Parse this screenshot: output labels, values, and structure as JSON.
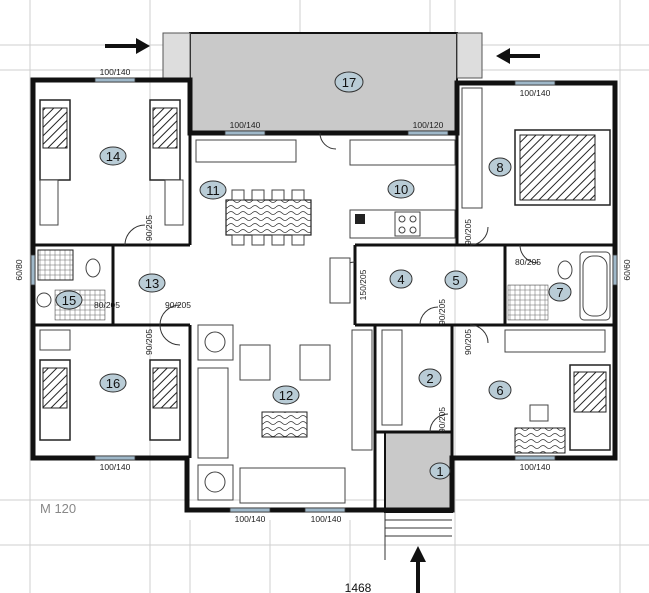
{
  "plan": {
    "label": "M 120",
    "bottom_number": "1468",
    "rooms": [
      {
        "num": "1"
      },
      {
        "num": "2"
      },
      {
        "num": "4"
      },
      {
        "num": "5"
      },
      {
        "num": "6"
      },
      {
        "num": "7"
      },
      {
        "num": "8"
      },
      {
        "num": "10"
      },
      {
        "num": "11"
      },
      {
        "num": "12"
      },
      {
        "num": "13"
      },
      {
        "num": "14"
      },
      {
        "num": "15"
      },
      {
        "num": "16"
      },
      {
        "num": "17"
      }
    ],
    "dimensions": {
      "w_top_left": "100/140",
      "w_terrace_left": "100/140",
      "w_terrace_right": "100/120",
      "w_top_right": "100/140",
      "w_bottom_left": "100/140",
      "w_bottom_mid_left": "100/140",
      "w_bottom_mid_right": "100/140",
      "w_bottom_right": "100/140",
      "w_left": "60/80",
      "w_right": "60/60",
      "d_14": "90/205",
      "d_13": "90/205",
      "d_15": "80/205",
      "d_16": "90/205",
      "d_4": "150/205",
      "d_5": "90/205",
      "d_8": "90/205",
      "d_7": "80/205",
      "d_6": "90/205",
      "d_2": "90/205"
    }
  }
}
